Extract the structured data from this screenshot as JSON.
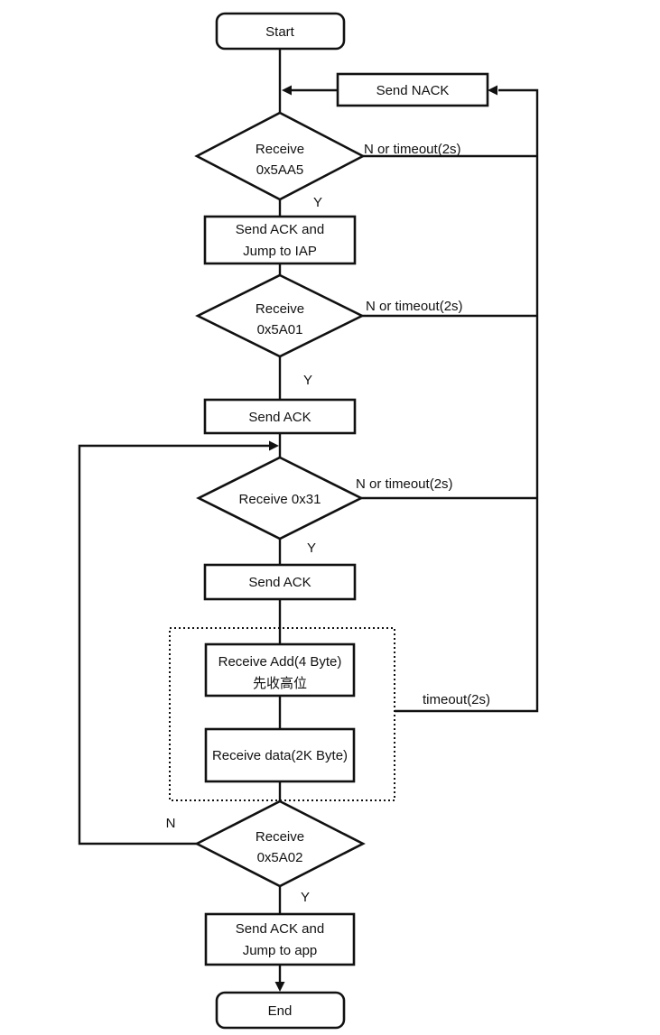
{
  "nodes": {
    "start": {
      "label": "Start"
    },
    "send_nack": {
      "label": "Send NACK"
    },
    "receive_0x5aa5": {
      "line1": "Receive",
      "line2": "0x5AA5"
    },
    "send_ack_jump_iap": {
      "line1": "Send ACK and",
      "line2": "Jump to IAP"
    },
    "receive_0x5a01": {
      "line1": "Receive",
      "line2": "0x5A01"
    },
    "send_ack_1": {
      "label": "Send ACK"
    },
    "receive_0x31": {
      "label": "Receive 0x31"
    },
    "send_ack_2": {
      "label": "Send ACK"
    },
    "receive_add": {
      "line1": "Receive Add(4 Byte)",
      "line2": "先收高位"
    },
    "receive_data": {
      "label": "Receive data(2K Byte)"
    },
    "receive_0x5a02": {
      "line1": "Receive",
      "line2": "0x5A02"
    },
    "send_ack_jump_app": {
      "line1": "Send ACK and",
      "line2": "Jump to app"
    },
    "end": {
      "label": "End"
    }
  },
  "edge_labels": {
    "n_or_timeout_1": "N or timeout(2s)",
    "n_or_timeout_2": "N or timeout(2s)",
    "n_or_timeout_3": "N or timeout(2s)",
    "timeout": "timeout(2s)",
    "yes_1": "Y",
    "yes_2": "Y",
    "yes_3": "Y",
    "yes_4": "Y",
    "no": "N"
  },
  "colors": {
    "stroke": "#111111",
    "background": "#ffffff"
  }
}
